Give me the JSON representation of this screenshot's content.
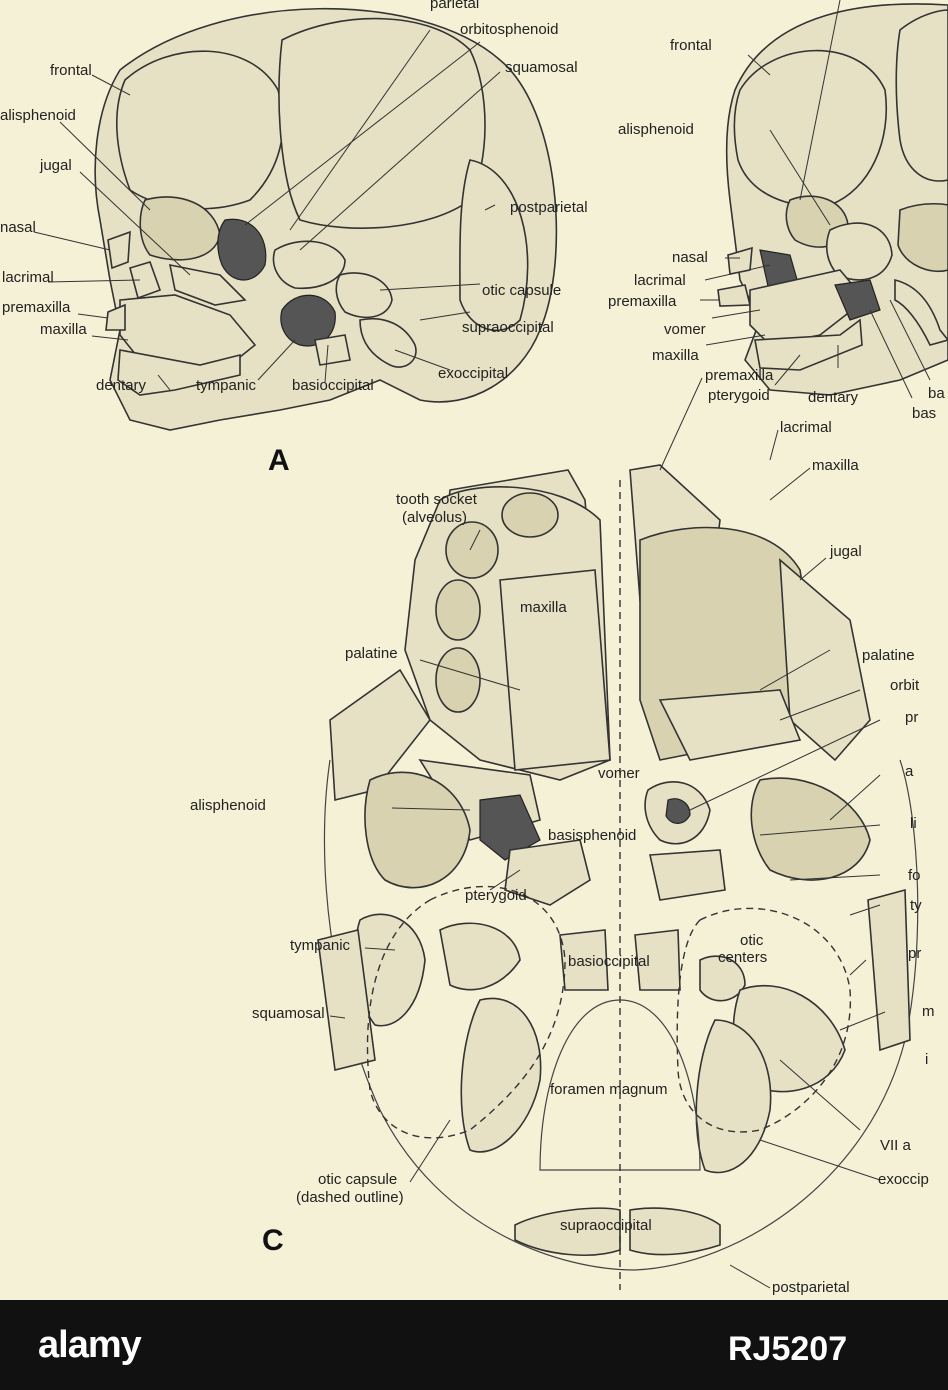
{
  "panels": {
    "a": "A",
    "c": "C"
  },
  "labels_a": {
    "parietal": "parietal",
    "orbitosphenoid": "orbitosphenoid",
    "squamosal": "squamosal",
    "frontal": "frontal",
    "alisphenoid": "alisphenoid",
    "jugal": "jugal",
    "nasal": "nasal",
    "lacrimal": "lacrimal",
    "premaxilla": "premaxilla",
    "maxilla": "maxilla",
    "dentary": "dentary",
    "tympanic": "tympanic",
    "basioccipital": "basioccipital",
    "exoccipital": "exoccipital",
    "supraoccipital": "supraoccipital",
    "otic_capsule": "otic capsule",
    "postparietal": "postparietal"
  },
  "labels_b": {
    "frontal": "frontal",
    "alisphenoid": "alisphenoid",
    "nasal": "nasal",
    "lacrimal": "lacrimal",
    "premaxilla": "premaxilla",
    "vomer": "vomer",
    "maxilla": "maxilla",
    "pterygoid": "pterygoid",
    "dentary": "dentary",
    "ba": "ba",
    "bas": "bas"
  },
  "labels_c": {
    "premaxilla": "premaxilla",
    "lacrimal": "lacrimal",
    "maxilla_right": "maxilla",
    "tooth_socket_1": "tooth socket",
    "tooth_socket_2": "(alveolus)",
    "jugal": "jugal",
    "palatine_left": "palatine",
    "maxilla_center": "maxilla",
    "palatine_right": "palatine",
    "orbit": "orbit",
    "pr1": "pr",
    "vomer": "vomer",
    "a": "a",
    "alisphenoid": "alisphenoid",
    "basisphenoid": "basisphenoid",
    "li": "li",
    "pterygoid": "pterygoid",
    "fo": "fo",
    "ty": "ty",
    "tympanic": "tympanic",
    "otic_centers_1": "otic",
    "otic_centers_2": "centers",
    "pr2": "pr",
    "basioccipital": "basioccipital",
    "m": "m",
    "squamosal": "squamosal",
    "i": "i",
    "foramen_magnum": "foramen magnum",
    "vii": "VII a",
    "otic_capsule_1": "otic capsule",
    "otic_capsule_2": "(dashed outline)",
    "exoccip": "exoccip",
    "supraoccipital": "supraoccipital",
    "postparietal": "postparietal"
  },
  "banner": {
    "logo": "alamy",
    "code": "RJ5207"
  },
  "colors": {
    "paper": "#f4f1d6",
    "banner": "#111111",
    "ink": "#222222"
  }
}
